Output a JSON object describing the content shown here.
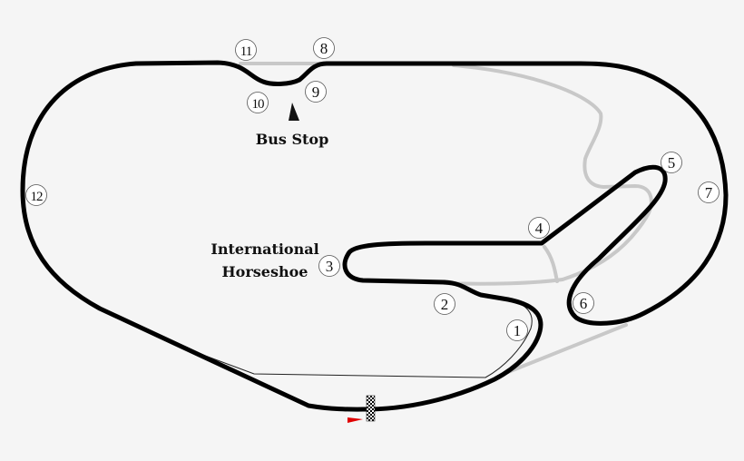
{
  "labels": {
    "bus_stop": "Bus Stop",
    "horseshoe_line1": "International",
    "horseshoe_line2": "Horseshoe"
  },
  "turns": [
    "1",
    "2",
    "3",
    "4",
    "5",
    "6",
    "7",
    "8",
    "9",
    "10",
    "11",
    "12"
  ],
  "colors": {
    "background": "#f5f5f5",
    "track": "#000000",
    "unused_track": "#c8c8c8",
    "direction_arrow": "#e00000"
  },
  "icons": {
    "finish_line": "checkered-flag",
    "direction": "red-arrow-right",
    "bus_stop_pointer": "black-triangle-pointer"
  }
}
